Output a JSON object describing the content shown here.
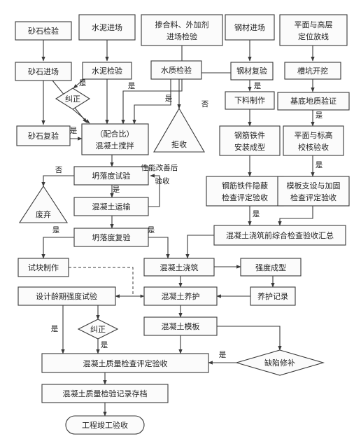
{
  "nodes": {
    "n_sand_insp": "砂石检验",
    "n_cem_in": "水泥进场",
    "n_admix_in_1": "掺合料、外加剂",
    "n_admix_in_2": "进场检验",
    "n_steel_in": "钢材进场",
    "n_survey_1": "平面与高层",
    "n_survey_2": "定位放线",
    "n_sand_in": "砂石进场",
    "n_cem_insp": "水泥检验",
    "n_water_insp": "水质检验",
    "n_steel_reinsp": "钢材复验",
    "n_trench": "槽坑开挖",
    "n_correct1": "纠正",
    "n_cut": "下料制作",
    "n_soil": "基底地质验证",
    "n_sand_reinsp": "砂石复验",
    "n_mix_1": "（配合比）",
    "n_mix_2": "混凝土搅拌",
    "n_reject1": "拒收",
    "n_steel_form_1": "钢筋铁件",
    "n_steel_form_2": "安装成型",
    "n_level_1": "平面与标高",
    "n_level_2": "校核验收",
    "n_slump1": "坍落度试验",
    "n_discard": "废弃",
    "n_transport": "混凝土运输",
    "n_steel_hidden_1": "钢筋铁件隐蔽",
    "n_steel_hidden_2": "检查评定验收",
    "n_form_1": "模板支设与加固",
    "n_form_2": "检查评定验收",
    "n_slump2": "坍落度复验",
    "n_pre_pour": "混凝土浇筑前综合检查验收汇总",
    "n_sample": "试块制作",
    "n_pour": "混凝土浇筑",
    "n_strength_form": "强度成型",
    "n_design_test": "设计龄期强度试验",
    "n_cure": "混凝土养护",
    "n_cure_rec": "养护记录",
    "n_correct2": "纠正",
    "n_demold": "混凝土模板",
    "n_quality": "混凝土质量检查评定验收",
    "n_defect": "缺陷修补",
    "n_archive": "混凝土质量检验记录存档",
    "n_final": "工程竣工验收"
  },
  "edge_labels": {
    "e_yes_cem": "是",
    "e_yes_admix": "是",
    "e_yes_water": "是",
    "e_no_steel": "否",
    "e_yes_steel": "是",
    "e_yes_sand": "是",
    "e_no_slump1": "否",
    "e_improve_1": "性能改善后",
    "e_improve_2": "验收",
    "e_yes_slump1": "是",
    "e_yes_soil": "是",
    "e_yes_level": "是",
    "e_yes_slump2_left": "是",
    "e_yes_slump2_right": "是",
    "e_yes_hidden": "是",
    "e_yes_design": "是",
    "e_yes_correct2": "是",
    "e_yes_defect": "是"
  }
}
